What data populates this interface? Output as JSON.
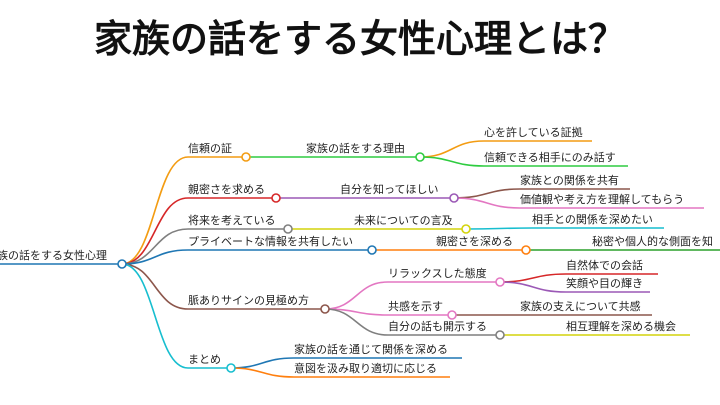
{
  "title": "家族の話をする女性心理とは？",
  "mindmap": {
    "root": "家族の話をする女性心理",
    "branches": [
      {
        "label": "信頼の証",
        "color": "#f39c12",
        "children": [
          {
            "label": "家族の話をする理由",
            "color": "#2ecc40",
            "children": [
              {
                "label": "心を許している証拠",
                "color": "#f39c12"
              },
              {
                "label": "信頼できる相手にのみ話す",
                "color": "#2ecc40"
              }
            ]
          }
        ]
      },
      {
        "label": "親密さを求める",
        "color": "#d62728",
        "children": [
          {
            "label": "自分を知ってほしい",
            "color": "#9b59b6",
            "children": [
              {
                "label": "家族との関係を共有",
                "color": "#8c564b"
              },
              {
                "label": "価値観や考え方を理解してもらう",
                "color": "#e377c2"
              }
            ]
          }
        ]
      },
      {
        "label": "将来を考えている",
        "color": "#7f7f7f",
        "children": [
          {
            "label": "未来についての言及",
            "color": "#d4d40c",
            "children": [
              {
                "label": "相手との関係を深めたい",
                "color": "#17becf"
              }
            ]
          }
        ]
      },
      {
        "label": "プライベートな情報を共有したい",
        "color": "#1f77b4",
        "children": [
          {
            "label": "親密さを深める",
            "color": "#ff7f0e",
            "children": [
              {
                "label": "秘密や個人的な側面を知",
                "color": "#2ca02c"
              }
            ]
          }
        ]
      },
      {
        "label": "脈ありサインの見極め方",
        "color": "#8c564b",
        "children": [
          {
            "label": "リラックスした態度",
            "color": "#e377c2",
            "children": [
              {
                "label": "自然体での会話",
                "color": "#d62728"
              },
              {
                "label": "笑顔や目の輝き",
                "color": "#9b59b6"
              }
            ]
          },
          {
            "label": "共感を示す",
            "color": "#e377c2",
            "children": [
              {
                "label": "家族の支えについて共感",
                "color": "#8c564b"
              }
            ]
          },
          {
            "label": "自分の話も開示する",
            "color": "#7f7f7f",
            "children": [
              {
                "label": "相互理解を深める機会",
                "color": "#d4d40c"
              }
            ]
          }
        ]
      },
      {
        "label": "まとめ",
        "color": "#17becf",
        "children": [
          {
            "label": "家族の話を通じて関係を深める",
            "color": "#1f77b4"
          },
          {
            "label": "意図を汲み取り適切に応じる",
            "color": "#ff7f0e"
          }
        ]
      }
    ]
  }
}
